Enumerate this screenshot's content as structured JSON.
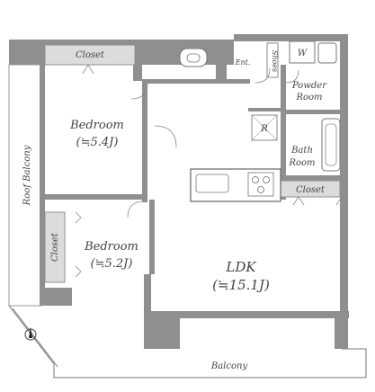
{
  "rooms": {
    "closet_top": "Closet",
    "bedroom1": "Bedroom",
    "bedroom1_size": "(≒5.4J)",
    "bedroom2": "Bedroom",
    "bedroom2_size": "(≒5.2J)",
    "closet_left": "Closet",
    "roof_balcony": "Roof Balcony",
    "ent": "Ent.",
    "shoes": "Shoes",
    "w": "W",
    "powder_room_1": "Powder",
    "powder_room_2": "Room",
    "r": "R",
    "bath_room_1": "Bath",
    "bath_room_2": "Room",
    "closet_right": "Closet",
    "ldk": "LDK",
    "ldk_size": "(≒15.1J)",
    "balcony": "Balcony"
  },
  "colors": {
    "wall": "#8f8f8f",
    "closet_fill": "#dcdcdc",
    "label": "#444444"
  },
  "icons": [
    "north-arrow-icon",
    "toilet-icon",
    "washer-icon",
    "bathtub-icon",
    "stove-icon",
    "sink-icon"
  ]
}
